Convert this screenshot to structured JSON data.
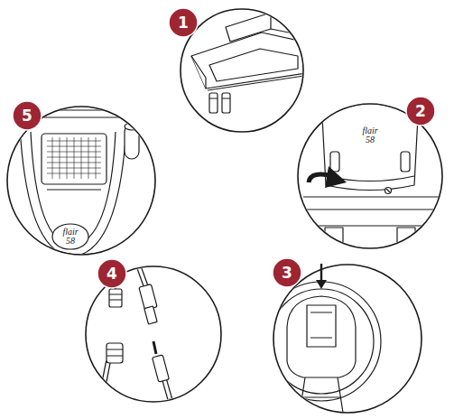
{
  "diagram": {
    "nodes": [
      {
        "text": [
          "1"
        ]
      },
      {
        "text": [
          "2"
        ]
      },
      {
        "text": [
          "3"
        ]
      },
      {
        "text": [
          "4"
        ]
      },
      {
        "text": [
          "5"
        ]
      }
    ],
    "labels": [
      "flair 58",
      "flair 58"
    ]
  }
}
